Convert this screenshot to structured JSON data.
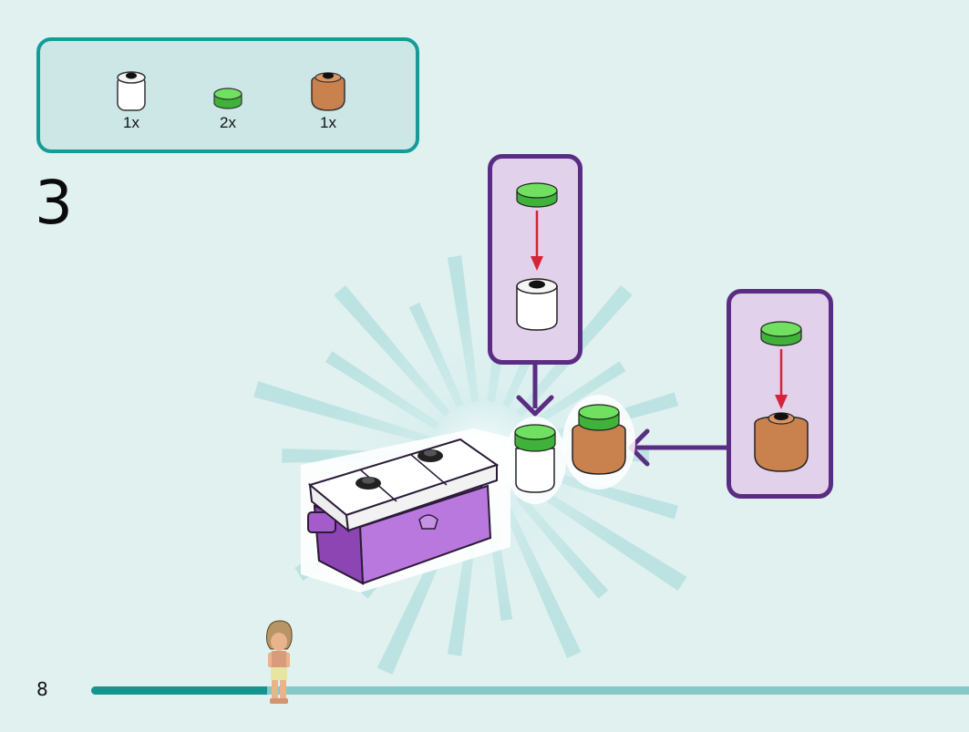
{
  "parts_list": [
    {
      "name": "white-round-brick-icon",
      "qty": "1x",
      "color": "#ffffff"
    },
    {
      "name": "green-round-tile-icon",
      "qty": "2x",
      "color": "#5fd155"
    },
    {
      "name": "tan-round-brick-icon",
      "qty": "1x",
      "color": "#c9814d"
    }
  ],
  "step": {
    "number": "3"
  },
  "page": {
    "number": "8",
    "progress": 0.2
  },
  "colors": {
    "accent": "#159c98",
    "callout_border": "#5b2c83",
    "callout_bg": "#e2d1ea",
    "chest": "#a35cc9",
    "arrow": "#d6233a"
  }
}
